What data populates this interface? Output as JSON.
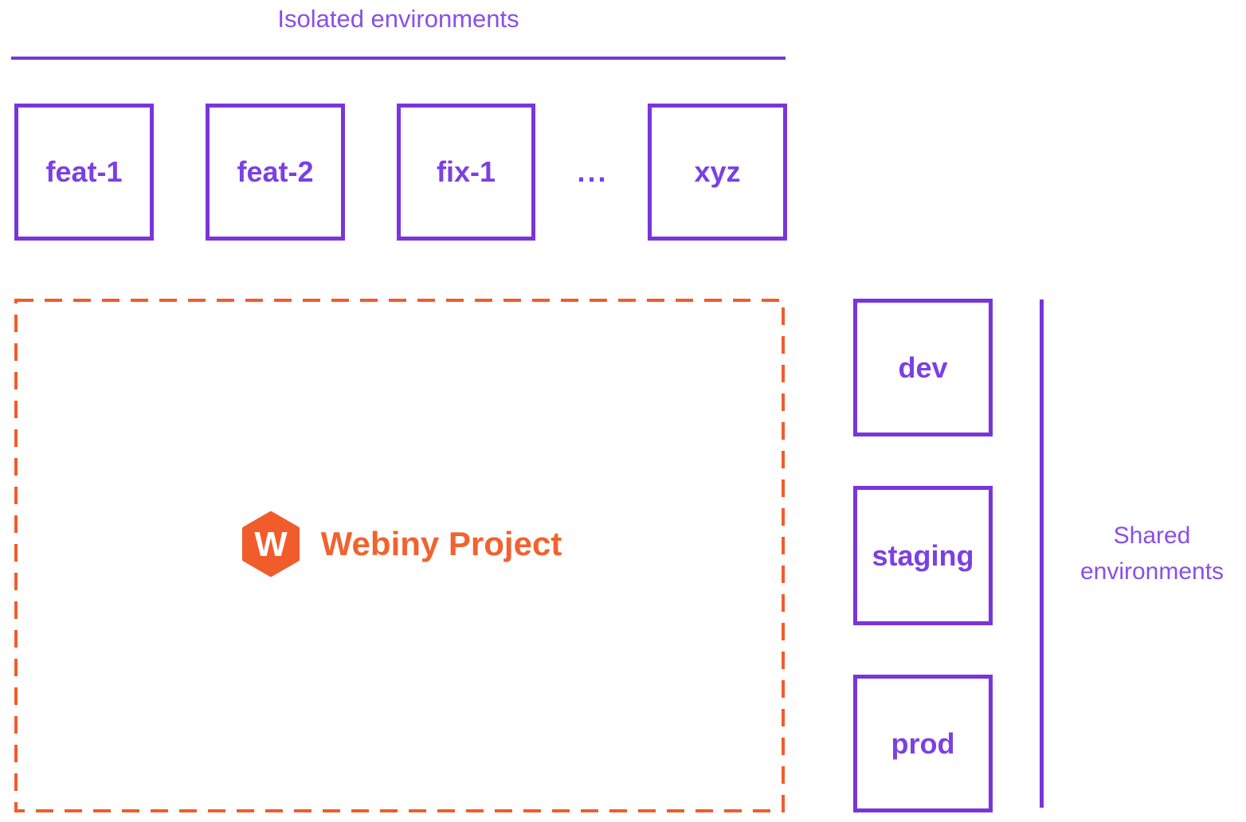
{
  "colors": {
    "purple_border": "#7A35D9",
    "purple_label": "#7C40E2",
    "purple_heading": "#8A4FE6",
    "orange": "#F15C2C",
    "orange_text": "#F2622F",
    "white": "#FFFFFF"
  },
  "isolated_environments": {
    "title": "Isolated environments",
    "boxes": [
      "feat-1",
      "feat-2",
      "fix-1",
      "xyz"
    ],
    "ellipsis": "..."
  },
  "project": {
    "name": "Webiny Project",
    "logo_letter": "W"
  },
  "shared_environments": {
    "title_lines": [
      "Shared",
      "environments"
    ],
    "boxes": [
      "dev",
      "staging",
      "prod"
    ]
  }
}
